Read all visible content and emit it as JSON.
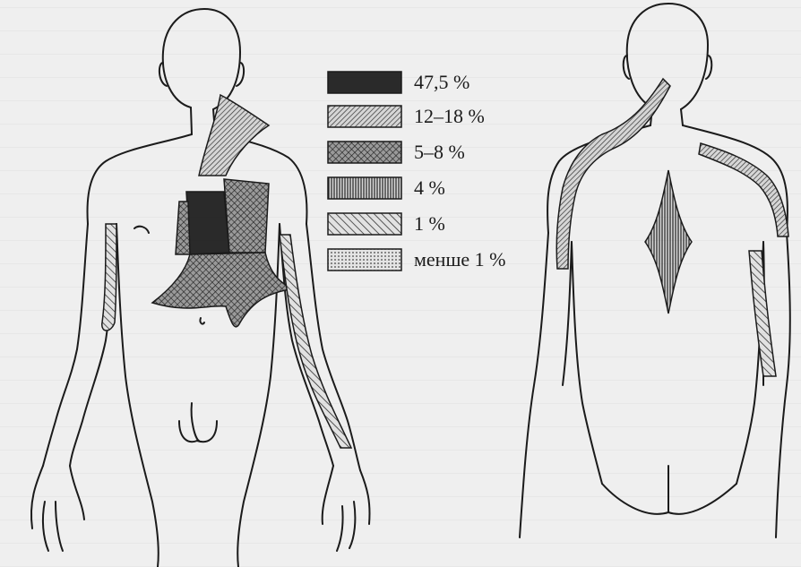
{
  "legend": [
    {
      "label": "47,5 %",
      "pattern": "solid"
    },
    {
      "label": "12–18 %",
      "pattern": "fine-hatch"
    },
    {
      "label": "5–8 %",
      "pattern": "cross-hatch"
    },
    {
      "label": "4 %",
      "pattern": "vertical-lines"
    },
    {
      "label": "1 %",
      "pattern": "diagonal-hatch"
    },
    {
      "label": "менше 1 %",
      "pattern": "dots"
    }
  ],
  "colors": {
    "ink": "#1b1b1b",
    "paper": "#efefef",
    "solid": "#2a2a2a"
  }
}
